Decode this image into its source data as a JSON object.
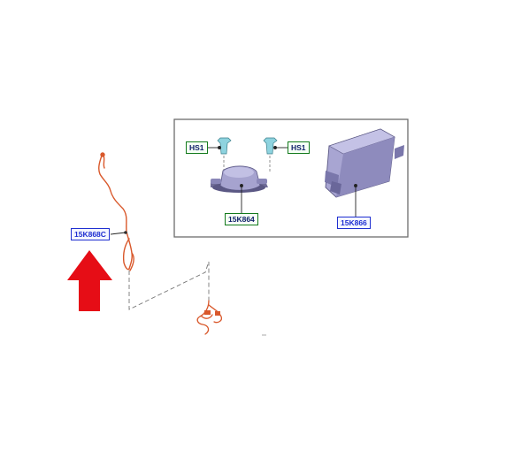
{
  "callouts": {
    "harness": "15K868C",
    "fastener_left": "HS1",
    "fastener_right": "HS1",
    "sounder": "15K864",
    "module": "15K866"
  },
  "colors": {
    "arrow": "#e60d16",
    "harness_wire": "#d9582b",
    "part_body": "#9a97c6",
    "part_shadow": "#5b5884",
    "clip": "#8ed3df",
    "callout_blue": "#1f2fd1",
    "callout_green": "#137a1c"
  },
  "icons": [
    "up-arrow-icon",
    "wiring-harness-icon",
    "clip-fastener-icon",
    "sounder-icon",
    "control-module-icon"
  ]
}
